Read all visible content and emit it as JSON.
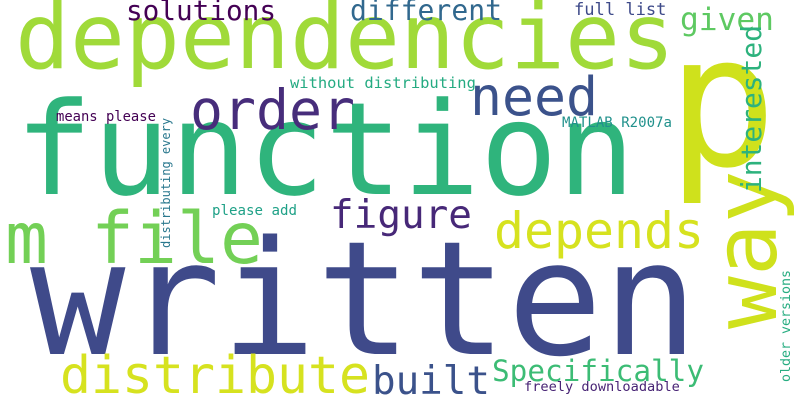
{
  "words": [
    {
      "id": "p",
      "text": "p",
      "color": "#cfe11c",
      "rotated": false
    },
    {
      "id": "written",
      "text": "written",
      "color": "#3f4a8a",
      "rotated": false
    },
    {
      "id": "function",
      "text": "function",
      "color": "#2fb47c",
      "rotated": false
    },
    {
      "id": "dependencies",
      "text": "dependencies",
      "color": "#a0da39",
      "rotated": false
    },
    {
      "id": "m-file",
      "text": "m file",
      "color": "#73d056",
      "rotated": false
    },
    {
      "id": "way",
      "text": "way",
      "color": "#cfe11c",
      "rotated": true
    },
    {
      "id": "distribute",
      "text": "distribute",
      "color": "#d6e21f",
      "rotated": false
    },
    {
      "id": "order",
      "text": "order",
      "color": "#472d7b",
      "rotated": false
    },
    {
      "id": "need",
      "text": "need",
      "color": "#3b528b",
      "rotated": false
    },
    {
      "id": "depends",
      "text": "depends",
      "color": "#d6e21f",
      "rotated": false
    },
    {
      "id": "figure",
      "text": "figure",
      "color": "#472878",
      "rotated": false
    },
    {
      "id": "built",
      "text": "built",
      "color": "#3b528b",
      "rotated": false
    },
    {
      "id": "specifically",
      "text": "Specifically",
      "color": "#3cbc75",
      "rotated": false
    },
    {
      "id": "given",
      "text": "given",
      "color": "#5ec962",
      "rotated": false
    },
    {
      "id": "interested",
      "text": "interested",
      "color": "#2db27d",
      "rotated": true
    },
    {
      "id": "solutions",
      "text": "solutions",
      "color": "#440154",
      "rotated": false
    },
    {
      "id": "different",
      "text": "different",
      "color": "#31688e",
      "rotated": false
    },
    {
      "id": "full-list",
      "text": "full list",
      "color": "#3e4a89",
      "rotated": false
    },
    {
      "id": "without-distributing",
      "text": "without distributing",
      "color": "#25ab82",
      "rotated": false
    },
    {
      "id": "matlab-r2007a",
      "text": "MATLAB R2007a",
      "color": "#21918c",
      "rotated": false
    },
    {
      "id": "means-please",
      "text": "means please",
      "color": "#440154",
      "rotated": false
    },
    {
      "id": "distributing-every",
      "text": "distributing every",
      "color": "#2a788e",
      "rotated": true
    },
    {
      "id": "please-add",
      "text": "please add",
      "color": "#1fa187",
      "rotated": false
    },
    {
      "id": "freely-downloadable",
      "text": "freely downloadable",
      "color": "#482475",
      "rotated": false
    },
    {
      "id": "older-versions",
      "text": "older versions",
      "color": "#27ad81",
      "rotated": true
    }
  ]
}
